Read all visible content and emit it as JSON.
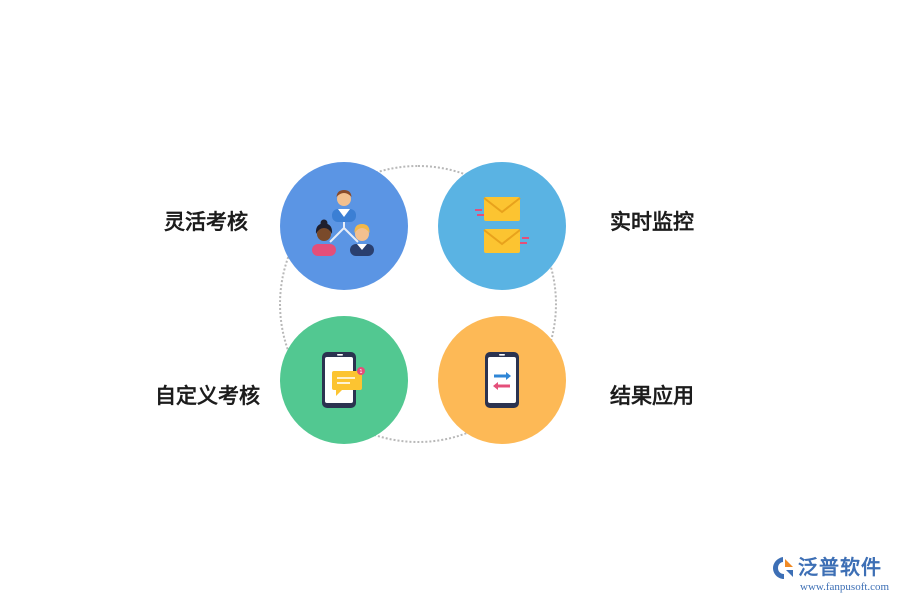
{
  "diagram": {
    "items": [
      {
        "label": "灵活考核",
        "color": "#5b95e4",
        "icon": "org-people-icon"
      },
      {
        "label": "实时监控",
        "color": "#5ab3e3",
        "icon": "envelopes-icon"
      },
      {
        "label": "自定义考核",
        "color": "#52c891",
        "icon": "phone-message-icon"
      },
      {
        "label": "结果应用",
        "color": "#fdb956",
        "icon": "phone-transfer-icon"
      }
    ]
  },
  "watermark": {
    "name": "泛普软件",
    "url": "www.fanpusoft.com"
  }
}
